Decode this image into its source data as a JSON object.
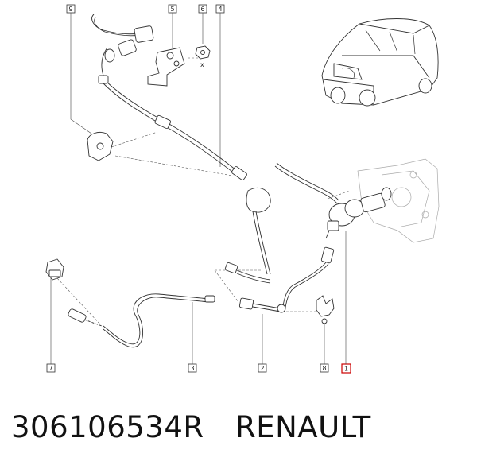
{
  "diagram": {
    "callouts": [
      "9",
      "5",
      "6",
      "4",
      "7",
      "3",
      "2",
      "8",
      "1"
    ],
    "highlighted_callout": "1",
    "highlight_color": "#cc0000",
    "washer_marker": "x"
  },
  "footer": {
    "part_number": "306106534R",
    "brand": "RENAULT"
  }
}
